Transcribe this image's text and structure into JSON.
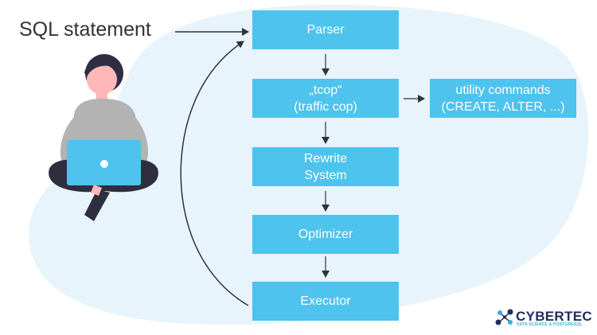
{
  "input_label": "SQL statement",
  "boxes": {
    "parser": "Parser",
    "tcop_line1": "„tcop“",
    "tcop_line2": "(traffic cop)",
    "rewrite_line1": "Rewrite",
    "rewrite_line2": "System",
    "optimizer": "Optimizer",
    "executor": "Executor",
    "utility_line1": "utility commands",
    "utility_line2": "(CREATE, ALTER, ...)"
  },
  "logo": {
    "name": "CYBERTEC",
    "tagline": "DATA SCIENCE & POSTGRESQL"
  },
  "colors": {
    "box": "#4dc3ed",
    "background_blob": "#e8f4fb",
    "arrow": "#333333",
    "logo_dark": "#1f2d5a",
    "logo_accent": "#3aaee0"
  },
  "icons": [
    "person-with-laptop-illustration",
    "cybertec-logo-icon"
  ]
}
